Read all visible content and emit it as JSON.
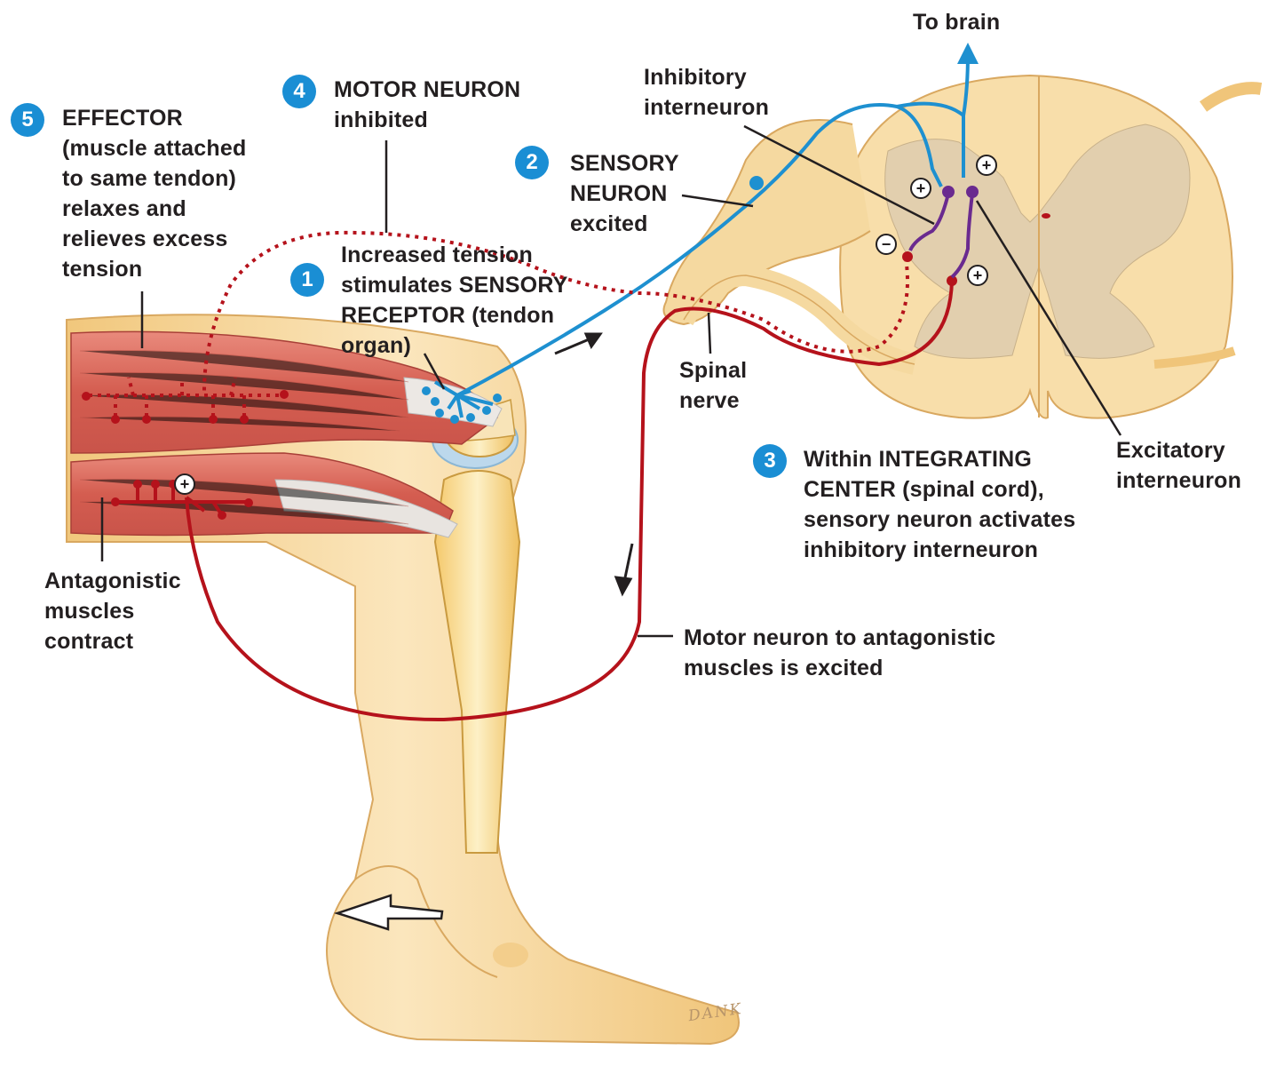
{
  "labels": {
    "to_brain": "To brain",
    "inhibitory_interneuron": "Inhibitory\ninterneuron",
    "excitatory_interneuron": "Excitatory\ninterneuron",
    "spinal_nerve": "Spinal\nnerve",
    "antagonistic": "Antagonistic\nmuscles\ncontract",
    "motor_antagonistic": "Motor neuron to antagonistic\nmuscles is excited"
  },
  "steps": [
    {
      "num": "1",
      "text": "Increased tension\nstimulates SENSORY\nRECEPTOR (tendon\norgan)"
    },
    {
      "num": "2",
      "text": "SENSORY\nNEURON\nexcited"
    },
    {
      "num": "3",
      "text": "Within INTEGRATING\nCENTER (spinal cord),\nsensory neuron activates\ninhibitory interneuron"
    },
    {
      "num": "4",
      "text": "MOTOR NEURON\ninhibited"
    },
    {
      "num": "5",
      "text": "EFFECTOR\n(muscle attached\nto same tendon)\nrelaxes and\nrelieves excess\ntension"
    }
  ],
  "symbols": {
    "plus": "+",
    "minus": "−"
  },
  "signature": "DANK",
  "colors": {
    "sensory": "#1e90d0",
    "motor": "#b5121b",
    "interneuron": "#6a2a8f",
    "step_badge": "#1a8ed4",
    "muscle": "#d9655c",
    "skin": "#f5d9a0",
    "grey_matter": "#e2cfae"
  }
}
